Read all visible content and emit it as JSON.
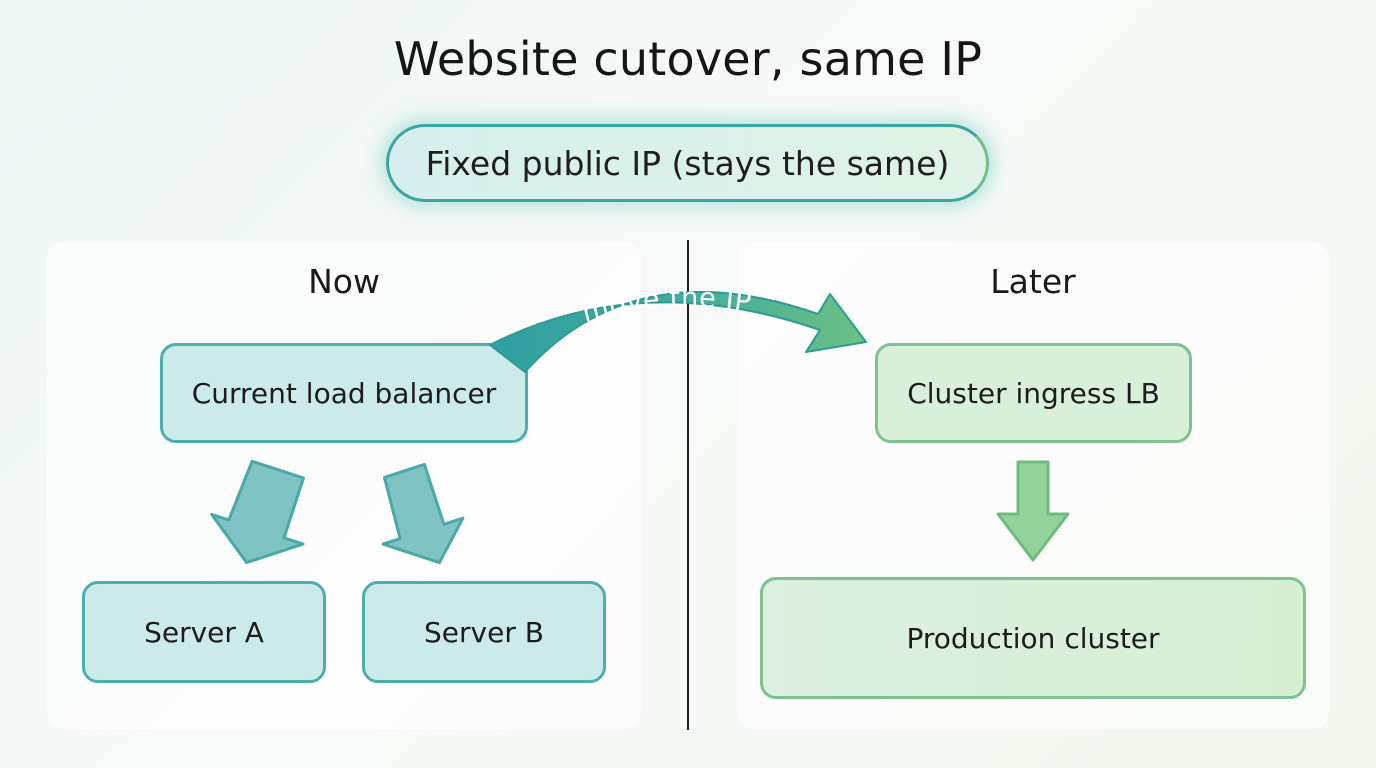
{
  "title": "Website cutover, same IP",
  "ip_pill": "Fixed public IP (stays the same)",
  "now": {
    "heading": "Now",
    "load_balancer": "Current load balancer",
    "server_a": "Server A",
    "server_b": "Server B"
  },
  "later": {
    "heading": "Later",
    "ingress": "Cluster ingress LB",
    "cluster": "Production cluster"
  },
  "move_label": "move the IP",
  "colors": {
    "teal": "#4daeae",
    "green": "#7cc38f",
    "teal_fill": "#cdeaea",
    "green_fill": "#d8efd9"
  }
}
